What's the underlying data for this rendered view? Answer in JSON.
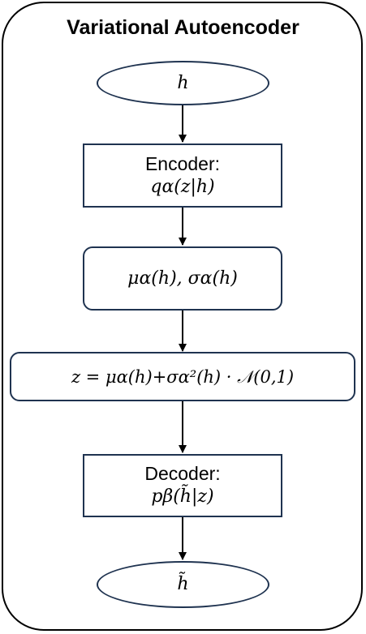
{
  "diagram": {
    "title": "Variational Autoencoder",
    "nodes": {
      "input": {
        "math": "h"
      },
      "encoder": {
        "label": "Encoder:",
        "math": "qα(z|h)"
      },
      "params": {
        "math": "μα(h), σα(h)"
      },
      "reparam": {
        "math": "z = μα(h)+σα²(h) · 𝒩(0,1)"
      },
      "decoder": {
        "label": "Decoder:",
        "math": "pβ(h̃|z)"
      },
      "output": {
        "math": "h̃"
      }
    },
    "colors": {
      "node_border": "#1f3350",
      "arrow": "#000000",
      "frame": "#000000"
    }
  }
}
